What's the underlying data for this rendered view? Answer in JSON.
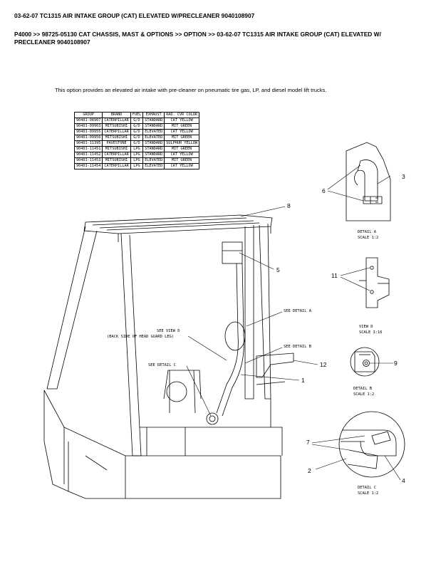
{
  "header": {
    "title": "03-62-07 TC1315 AIR INTAKE GROUP (CAT) ELEVATED W/PRECLEANER 9040108907",
    "breadcrumb": "P4000 >> 98725-05130 CAT CHASSIS, MAST & OPTIONS >> OPTION >> 03-62-07 TC1315 AIR INTAKE GROUP (CAT) ELEVATED W/ PRECLEANER 9040108907"
  },
  "intro": "This option provides an elevated air intake with pre-cleaner on pneumatic tire gas, LP, and diesel model lift trucks.",
  "table": {
    "columns": [
      "GROUP",
      "BRAND",
      "FUEL",
      "EXHAUST",
      "RAD. CVR COLOR"
    ],
    "rows": [
      [
        "90401-08907",
        "CATERPILLAR",
        "G/D",
        "STANDARD",
        "CAT YELLOW"
      ],
      [
        "90401-09903",
        "MITSUBISHI",
        "G/D",
        "STANDARD",
        "MIT GREEN"
      ],
      [
        "90401-09955",
        "CATERPILLAR",
        "G/D",
        "ELEVATED",
        "CAT YELLOW"
      ],
      [
        "90401-09956",
        "MITSUBISHI",
        "G/D",
        "ELEVATED",
        "MIT GREEN"
      ],
      [
        "90401-11395",
        "PAVESTONE",
        "G/D",
        "STANDARD",
        "SULPHUR YELLOW"
      ],
      [
        "90401-11451",
        "MITSUBISHI",
        "LPG",
        "STANDARD",
        "MIT GREEN"
      ],
      [
        "90401-11452",
        "CATERPILLAR",
        "LPG",
        "STANDARD",
        "CAT YELLOW"
      ],
      [
        "90401-11453",
        "MITSUBISHI",
        "LPG",
        "ELEVATED",
        "MIT GREEN"
      ],
      [
        "90401-11454",
        "CATERPILLAR",
        "LPG",
        "ELEVATED",
        "CAT YELLOW"
      ]
    ]
  },
  "drawing": {
    "callouts": {
      "c1": "1",
      "c2": "2",
      "c3": "3",
      "c4": "4",
      "c5": "5",
      "c6": "6",
      "c7": "7",
      "c8": "8",
      "c9": "9",
      "c11": "11",
      "c12": "12"
    },
    "notes": {
      "see_a": "SEE DETAIL A",
      "see_b": "SEE DETAIL B",
      "see_c": "SEE DETAIL C",
      "view_d_1": "SEE VIEW D",
      "view_d_2": "(BACK SIDE OF HEAD GUARD LEG)"
    },
    "details": {
      "a_title": "DETAIL  A",
      "a_scale": "SCALE  1:2",
      "d_title": "VIEW D",
      "d_scale": "SCALE  3:16",
      "b_title": "DETAIL  B",
      "b_scale": "SCALE  1:2",
      "c_title": "DETAIL  C",
      "c_scale": "SCALE  1:2"
    }
  }
}
